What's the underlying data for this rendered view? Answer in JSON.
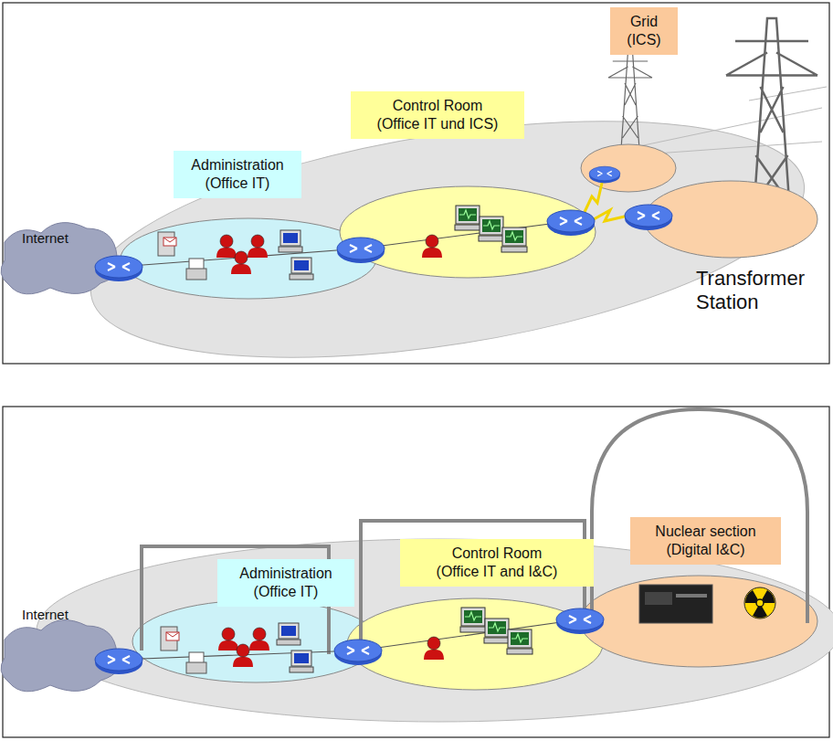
{
  "diagram": {
    "nodes": [
      {
        "text": [
          "Administration (Office IT)"
        ]
      },
      {
        "text": [
          "Control Room (Office IT und ICS)"
        ]
      },
      {
        "text": [
          "Grid (ICS)"
        ]
      },
      {
        "text": [
          "Administration (Office IT)"
        ]
      },
      {
        "text": [
          "Control Room (Office IT and I&C)"
        ]
      },
      {
        "text": [
          "Nuclear section (Digital I&C)"
        ]
      }
    ],
    "labels": [
      "Internet",
      "Transformer Station",
      "Internet"
    ]
  }
}
